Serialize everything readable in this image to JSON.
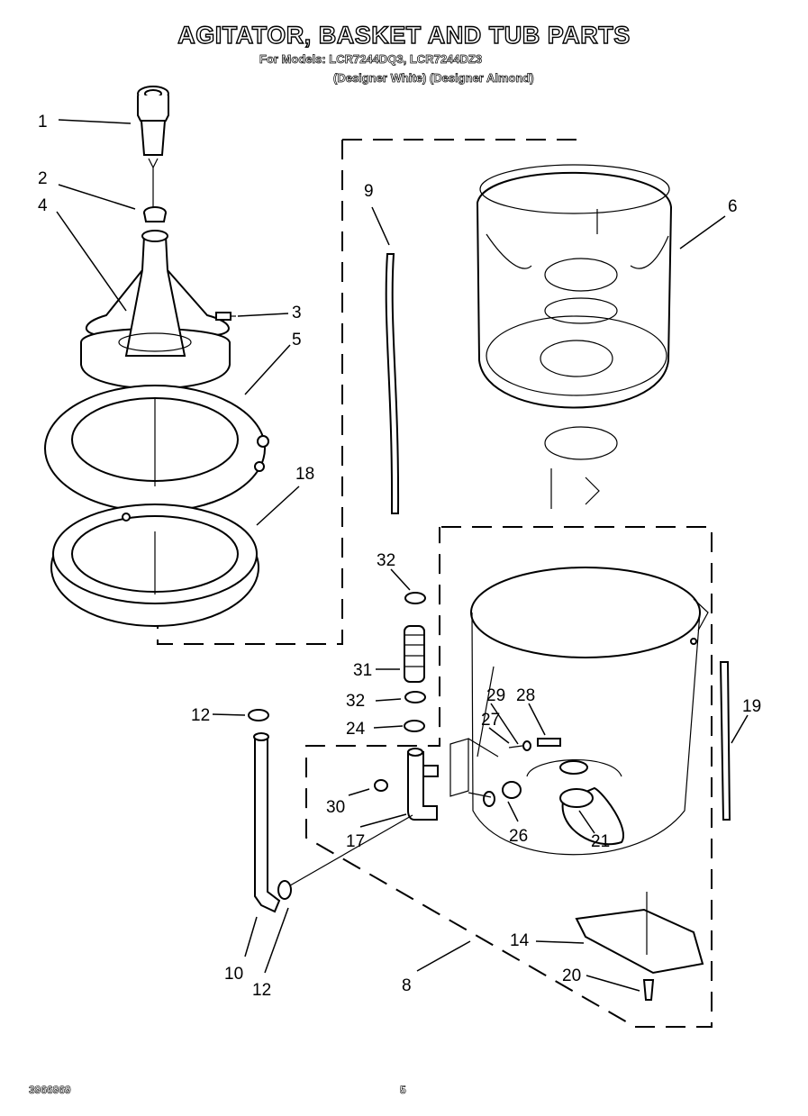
{
  "header": {
    "title": "AGITATOR, BASKET AND TUB PARTS",
    "models_line": "For Models: LCR7244DQ3, LCR7244DZ3",
    "variants_line": "(Designer White)  (Designer Almond)"
  },
  "callouts": [
    "1",
    "2",
    "4",
    "3",
    "5",
    "18",
    "9",
    "6",
    "32",
    "31",
    "32",
    "24",
    "12",
    "29",
    "28",
    "27",
    "19",
    "30",
    "17",
    "26",
    "21",
    "14",
    "20",
    "10",
    "12",
    "8"
  ],
  "footer": {
    "doc_number": "3966969",
    "page_number": "5"
  }
}
